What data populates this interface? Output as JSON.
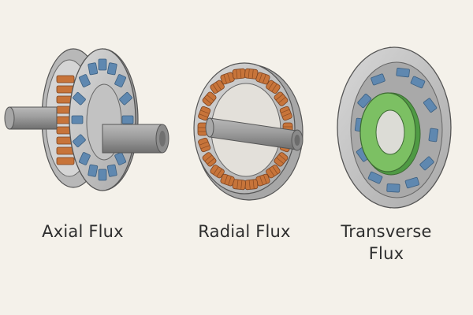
{
  "labels": {
    "axial": "Axial Flux",
    "radial": "Radial Flux",
    "transverse_line1": "Transverse",
    "transverse_line2": "Flux"
  },
  "colors": {
    "background": "#f4f1ea",
    "steel": "#c9c9c9",
    "steel_dark": "#8f8f8f",
    "magnet": "#5f88b0",
    "copper": "#c7743a",
    "green_ring": "#6fb35a",
    "outline": "#555555"
  }
}
